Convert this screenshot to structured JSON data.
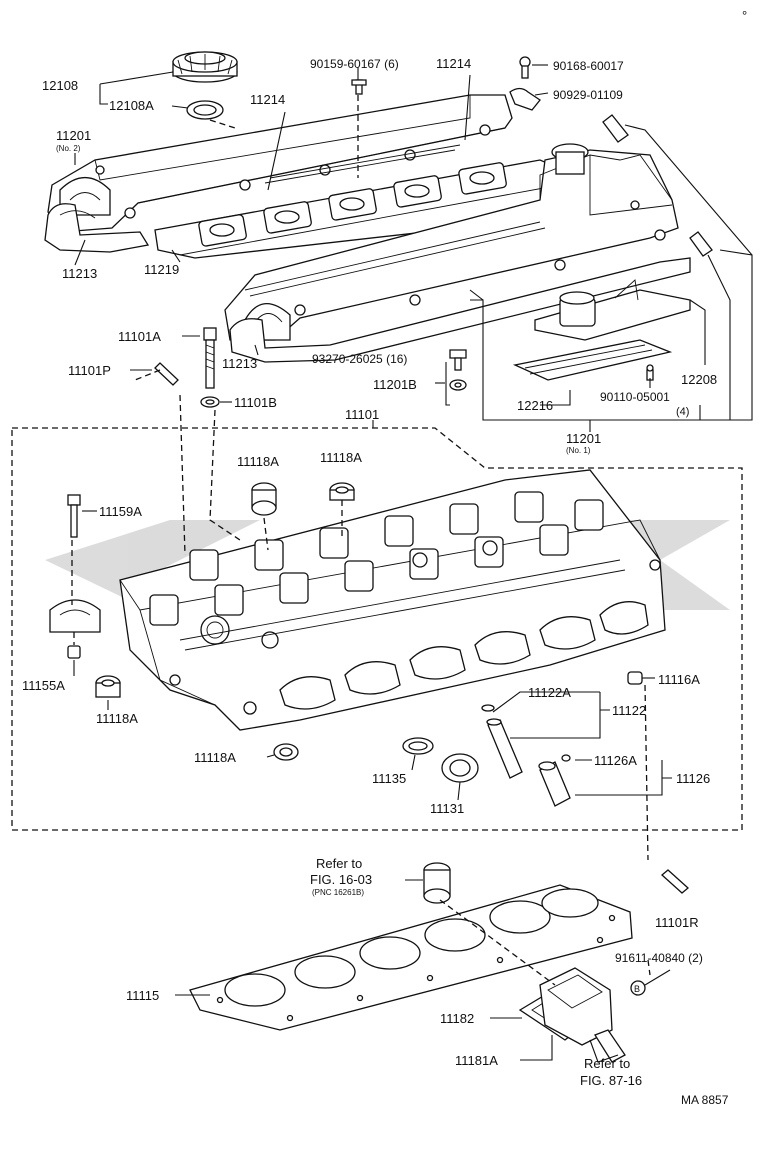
{
  "labels": {
    "p12108": "12108",
    "p12108A": "12108A",
    "p11201_no2": "11201",
    "p11201_no2_sub": "(No. 2)",
    "p11214_left": "11214",
    "p11214_right": "11214",
    "p90159": "90159-60167 (6)",
    "p90168": "90168-60017",
    "p90929": "90929-01109",
    "p11213_left": "11213",
    "p11219": "11219",
    "p11213_mid": "11213",
    "p11101A": "11101A",
    "p93270": "93270-26025 (16)",
    "p11101P": "11101P",
    "p11201B": "11201B",
    "p12208": "12208",
    "p12216": "12216",
    "p90110": "90110-05001",
    "p90110_qty": "(4)",
    "p11101B": "11101B",
    "p11101": "11101",
    "p11201_no1": "11201",
    "p11201_no1_sub": "(No. 1)",
    "p11118A_1": "11118A",
    "p11118A_2": "11118A",
    "p11159A": "11159A",
    "p11155A": "11155A",
    "p11118A_3": "11118A",
    "p11116A": "11116A",
    "p11122A": "11122A",
    "p11122": "11122",
    "p11118A_4": "11118A",
    "p11135": "11135",
    "p11131": "11131",
    "p11126A": "11126A",
    "p11126": "11126",
    "refer1_line1": "Refer to",
    "refer1_line2": "FIG. 16-03",
    "refer1_line3": "(PNC 16261B)",
    "p11101R": "11101R",
    "p91611": "91611-40840 (2)",
    "callout_b": "B",
    "p11115": "11115",
    "p11182": "11182",
    "p11181A": "11181A",
    "refer2_line1": "Refer to",
    "refer2_line2": "FIG. 87-16",
    "figure_code": "MA 8857",
    "watermark": "<<>>"
  }
}
